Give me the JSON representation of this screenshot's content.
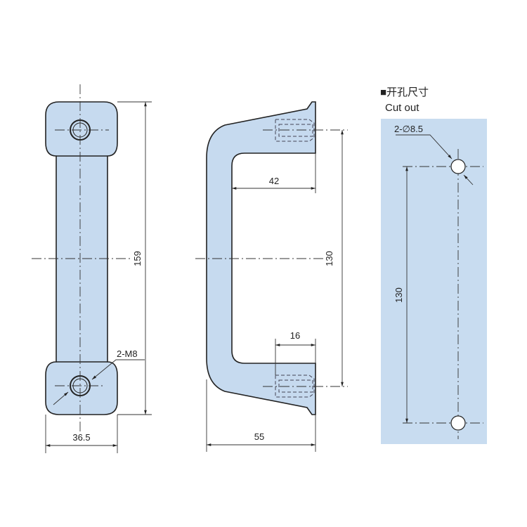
{
  "colors": {
    "part_fill": "#c6daef",
    "cutout_fill": "#c8dcf0",
    "line": "#222222"
  },
  "front_view": {
    "height_dim": "159",
    "width_dim": "36.5",
    "thread_callout": "2-M8"
  },
  "side_view": {
    "inner_depth_dim": "42",
    "hole_spacing_dim": "130",
    "insert_depth_dim": "16",
    "overall_depth_dim": "55"
  },
  "cutout": {
    "title_cn": "■开孔尺寸",
    "title_en": "Cut out",
    "hole_callout": "2-∅8.5",
    "hole_spacing_dim": "130"
  }
}
